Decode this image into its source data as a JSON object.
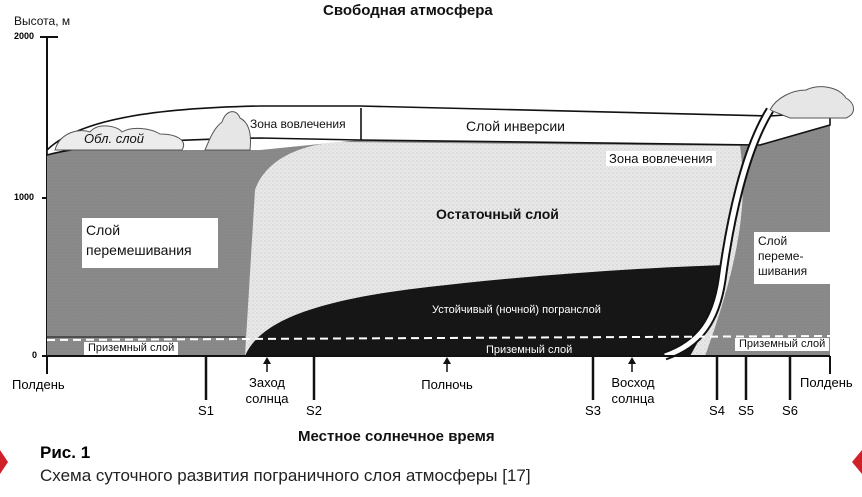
{
  "title": "Свободная атмосфера",
  "y_axis": {
    "label": "Высота, м",
    "ticks": [
      "2000",
      "1000",
      "0"
    ]
  },
  "x_axis": {
    "label": "Местное солнечное время"
  },
  "regions": {
    "cloud_layer": "Обл. слой",
    "entrainment_zone_left": "Зона вовлечения",
    "inversion_layer": "Слой инверсии",
    "entrainment_zone_right": "Зона вовлечения",
    "mixing_layer_left_1": "Слой",
    "mixing_layer_left_2": "перемешивания",
    "residual_layer": "Остаточный слой",
    "stable_layer": "Устойчивый (ночной) погранслой",
    "mixing_layer_right_1": "Слой",
    "mixing_layer_right_2": "переме-",
    "mixing_layer_right_3": "шивания",
    "surface_layer_left": "Приземный слой",
    "surface_layer_mid": "Приземный слой",
    "surface_layer_right": "Приземный слой"
  },
  "time_marks": {
    "noon_left": "Полдень",
    "sunset_1": "Заход",
    "sunset_2": "солнца",
    "midnight": "Полночь",
    "sunrise_1": "Восход",
    "sunrise_2": "солнца",
    "noon_right": "Полдень",
    "s1": "S1",
    "s2": "S2",
    "s3": "S3",
    "s4": "S4",
    "s5": "S5",
    "s6": "S6"
  },
  "caption": {
    "title": "Рис. 1",
    "text": "Схема суточного развития пограничного слоя атмосферы [17]"
  },
  "colors": {
    "mixing_gray": "#8c8c8c",
    "residual_light": "#eaeaea",
    "stable_black": "#161616",
    "surface_gray": "#cfcfcf",
    "accent_red": "#d0202a"
  }
}
